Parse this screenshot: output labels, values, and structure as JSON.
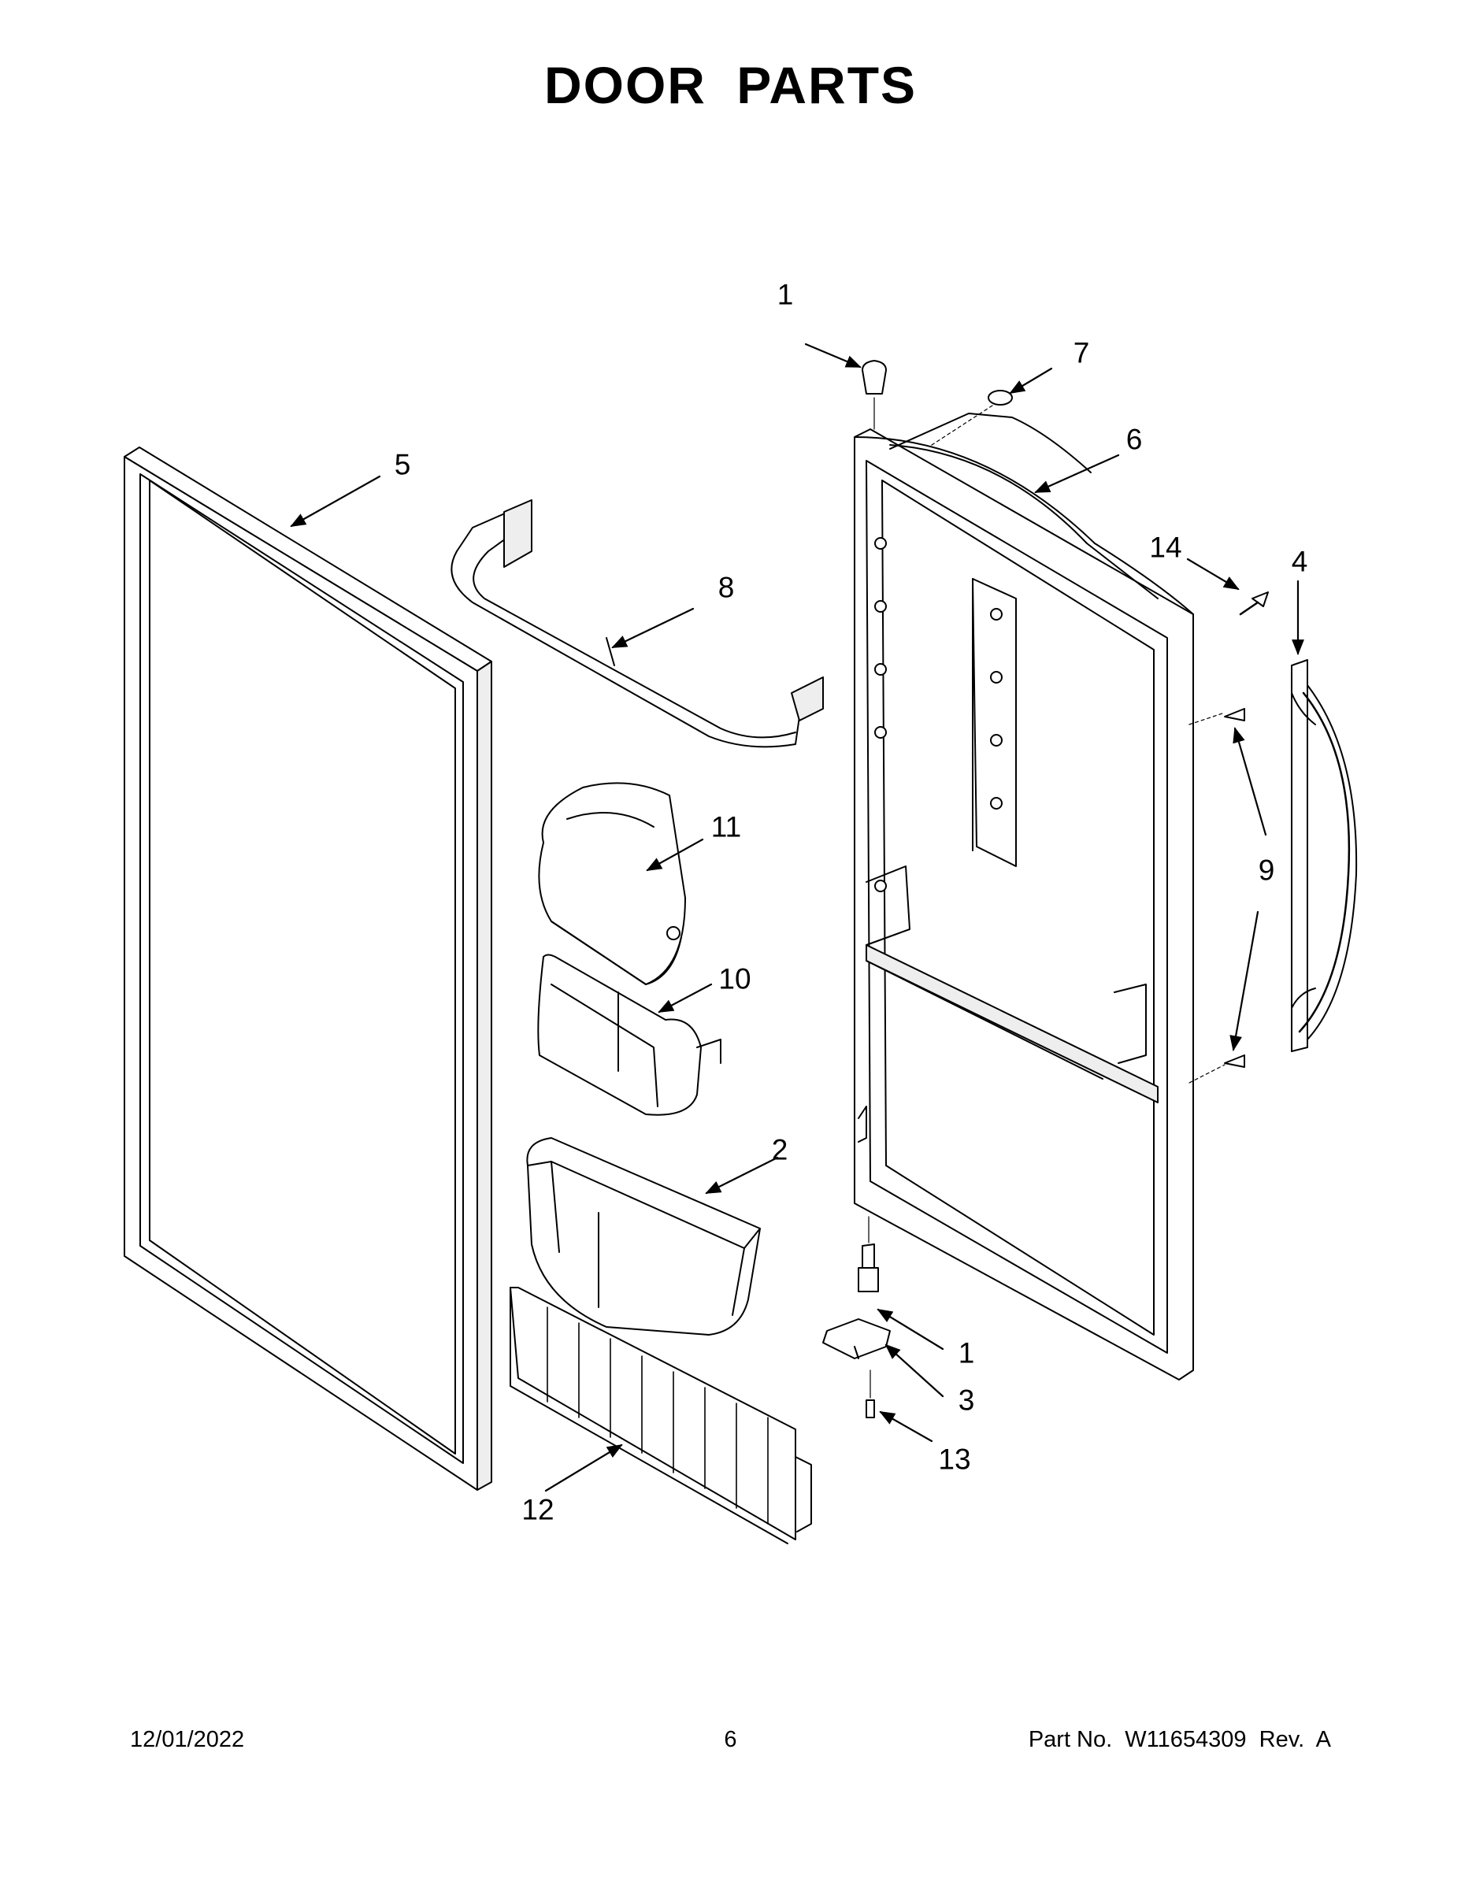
{
  "title": "DOOR PARTS",
  "callouts": [
    {
      "id": "c1-top",
      "label": "1"
    },
    {
      "id": "c7",
      "label": "7"
    },
    {
      "id": "c6",
      "label": "6"
    },
    {
      "id": "c5",
      "label": "5"
    },
    {
      "id": "c8",
      "label": "8"
    },
    {
      "id": "c14",
      "label": "14"
    },
    {
      "id": "c4",
      "label": "4"
    },
    {
      "id": "c11",
      "label": "11"
    },
    {
      "id": "c9",
      "label": "9"
    },
    {
      "id": "c10",
      "label": "10"
    },
    {
      "id": "c2",
      "label": "2"
    },
    {
      "id": "c1-bottom",
      "label": "1"
    },
    {
      "id": "c3",
      "label": "3"
    },
    {
      "id": "c13",
      "label": "13"
    },
    {
      "id": "c12",
      "label": "12"
    }
  ],
  "footer": {
    "date": "12/01/2022",
    "page": "6",
    "part_number": "Part No.  W11654309  Rev.  A"
  },
  "colors": {
    "line": "#000000",
    "part_fill": "#ffffff",
    "shade": "#e8e8e8"
  }
}
